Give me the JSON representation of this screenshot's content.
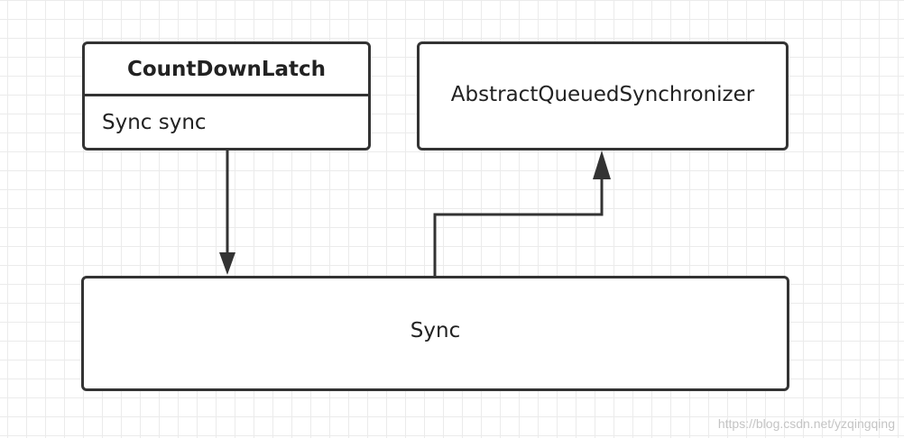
{
  "classes": {
    "countdownlatch": {
      "name": "CountDownLatch",
      "field": "Sync sync"
    },
    "aqs": {
      "name": "AbstractQueuedSynchronizer"
    },
    "sync": {
      "name": "Sync"
    }
  },
  "relations": [
    {
      "from": "CountDownLatch",
      "to": "Sync",
      "kind": "association"
    },
    {
      "from": "Sync",
      "to": "AbstractQueuedSynchronizer",
      "kind": "inheritance"
    }
  ],
  "watermark": "https://blog.csdn.net/yzqingqing",
  "colors": {
    "stroke": "#333333",
    "grid": "#ebebeb",
    "background": "#ffffff",
    "watermark": "#c4c4c4"
  }
}
